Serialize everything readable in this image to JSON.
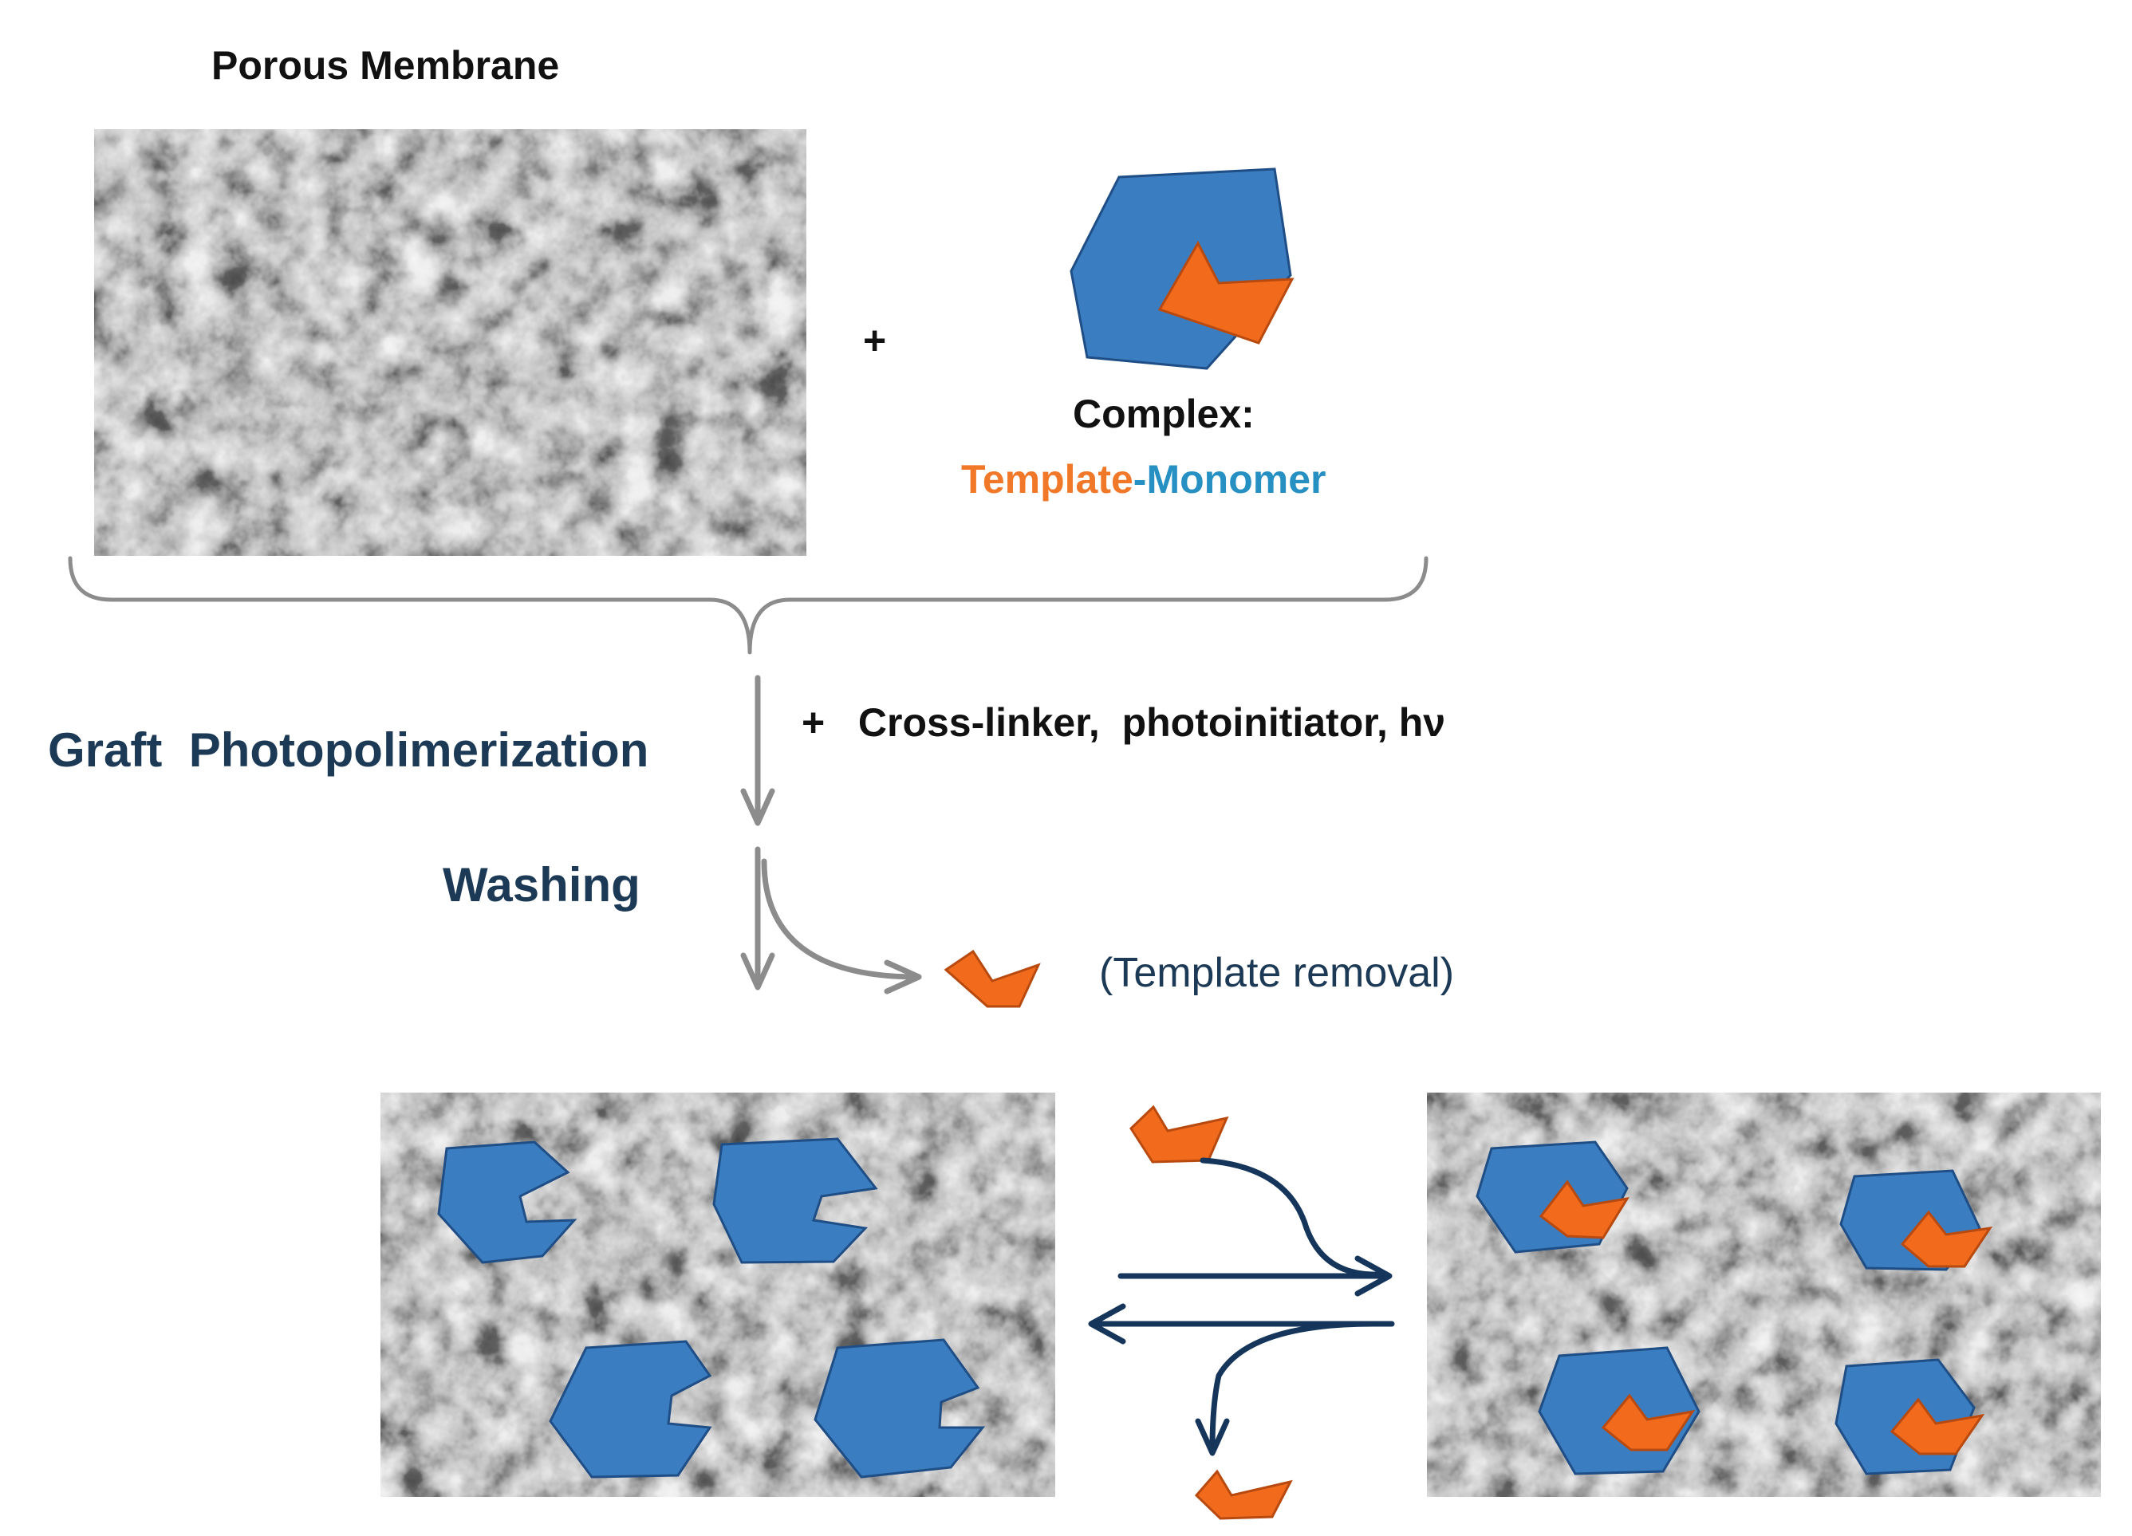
{
  "title": "Porous Membrane",
  "plus_sign": "+",
  "complex": {
    "label": "Complex:",
    "template_word": "Template",
    "hyphen": "-",
    "monomer_word": "Monomer"
  },
  "steps": {
    "graft": "Graft  Photopolimerization",
    "reagents": "+   Cross-linker,  photoinitiator, hν",
    "washing": "Washing",
    "template_removal": "(Template removal)"
  },
  "colors": {
    "monomer_blue": "#3a7dc0",
    "template_orange": "#f26b1d",
    "dark_navy": "#15355a",
    "step_text": "#1c3a56",
    "grey_arrow": "#8c8c8c",
    "label_orange": "#f07828",
    "label_blue": "#2790c3"
  }
}
